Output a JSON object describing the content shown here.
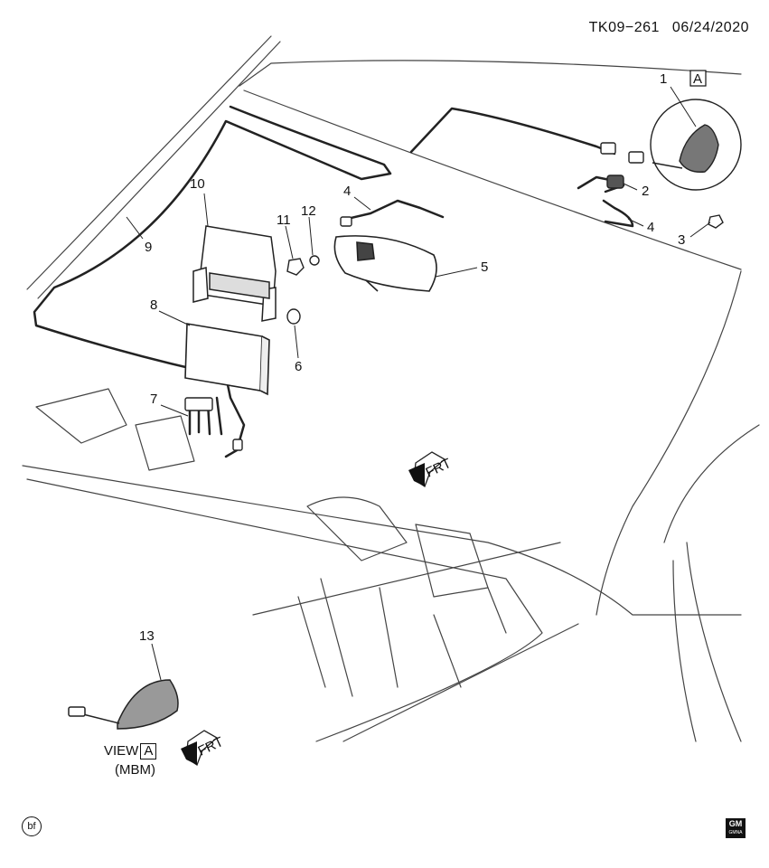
{
  "header": {
    "code": "TK09−261",
    "date": "06/24/2020"
  },
  "callouts": [
    {
      "id": "1",
      "text": "1"
    },
    {
      "id": "2",
      "text": "2"
    },
    {
      "id": "3",
      "text": "3"
    },
    {
      "id": "4a",
      "text": "4"
    },
    {
      "id": "4b",
      "text": "4"
    },
    {
      "id": "5",
      "text": "5"
    },
    {
      "id": "6",
      "text": "6"
    },
    {
      "id": "7",
      "text": "7"
    },
    {
      "id": "8",
      "text": "8"
    },
    {
      "id": "9",
      "text": "9"
    },
    {
      "id": "10",
      "text": "10"
    },
    {
      "id": "11",
      "text": "11"
    },
    {
      "id": "12",
      "text": "12"
    },
    {
      "id": "13",
      "text": "13"
    }
  ],
  "view_marker": "A",
  "view_label": {
    "prefix": "VIEW",
    "letter": "A",
    "sub": "(MBM)"
  },
  "front_arrow_label": "FRT",
  "footer": {
    "bf": "bf",
    "logo": "GM",
    "logo_sub": "GMNA"
  }
}
